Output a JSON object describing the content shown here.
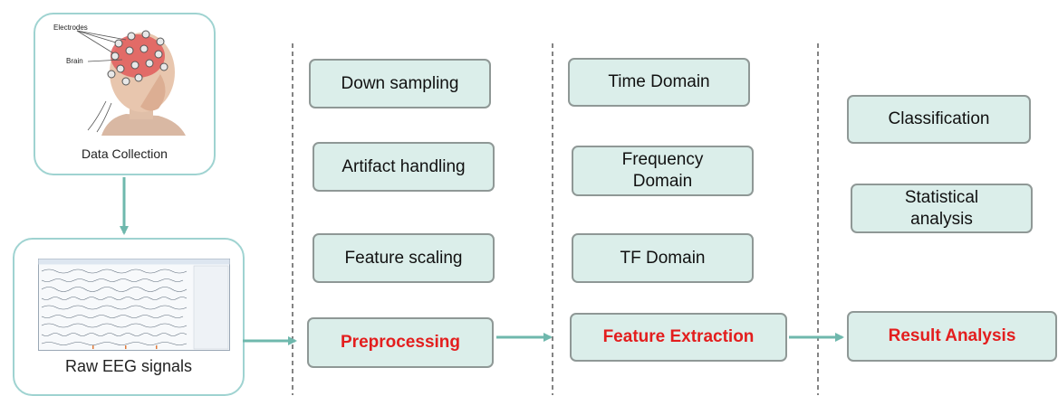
{
  "data_collection": {
    "caption": "Data Collection",
    "labels": {
      "electrodes": "Electrodes",
      "brain": "Brain"
    }
  },
  "raw_eeg": {
    "caption": "Raw EEG signals"
  },
  "preprocessing": {
    "title": "Preprocessing",
    "steps": [
      "Down sampling",
      "Artifact handling",
      "Feature scaling"
    ]
  },
  "feature_extraction": {
    "title": "Feature Extraction",
    "steps": [
      "Time Domain",
      "Frequency\nDomain",
      "TF Domain"
    ]
  },
  "result_analysis": {
    "title": "Result Analysis",
    "steps": [
      "Classification",
      "Statistical\nanalysis"
    ]
  },
  "colors": {
    "box_fill": "#dbeeea",
    "box_border": "#8f9896",
    "frame_border": "#9fd3d1",
    "arrow": "#6fb8ad",
    "highlight_text": "#e31e1e"
  },
  "icons": {
    "head": "head-with-electrodes-icon",
    "signals": "eeg-signal-window-icon"
  }
}
